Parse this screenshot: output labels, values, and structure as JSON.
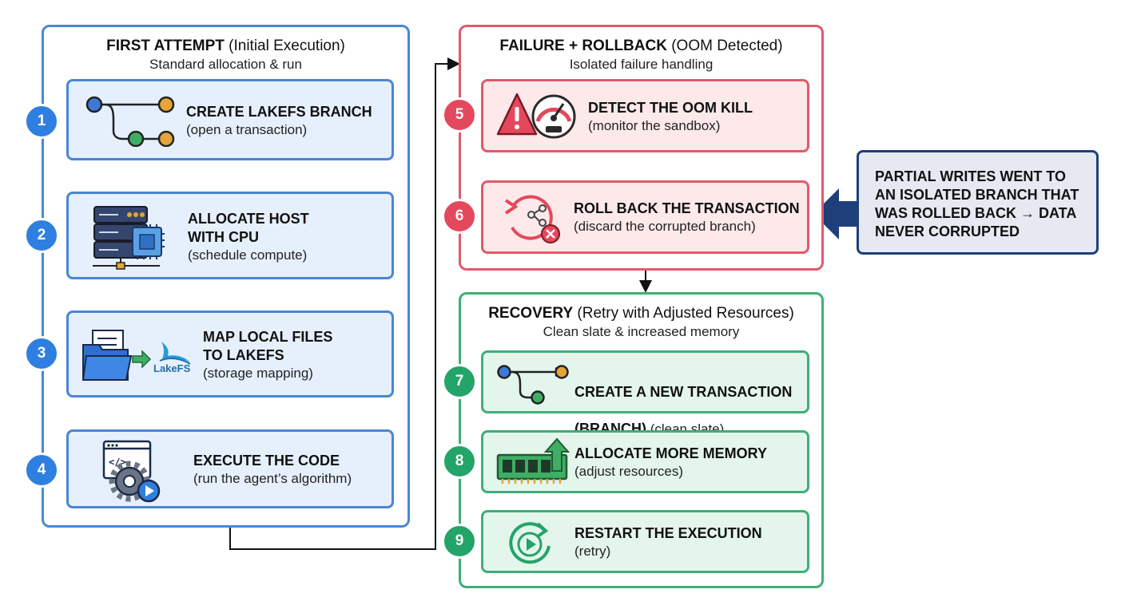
{
  "panels": {
    "first_attempt": {
      "title_bold": "FIRST ATTEMPT",
      "title_rest": " (Initial Execution)",
      "subtitle": "Standard allocation & run"
    },
    "failure": {
      "title_bold": "FAILURE + ROLLBACK",
      "title_rest": " (OOM Detected)",
      "subtitle": "Isolated failure handling"
    },
    "recovery": {
      "title_bold": "RECOVERY",
      "title_rest": " (Retry with Adjusted Resources)",
      "subtitle": "Clean slate & increased memory"
    }
  },
  "steps": [
    {
      "number": "1",
      "title": "CREATE LAKEFS BRANCH",
      "subtitle": "(open a transaction)",
      "icon": "git-branch-icon"
    },
    {
      "number": "2",
      "title": "ALLOCATE HOST\nWITH CPU",
      "subtitle": "(schedule compute)",
      "icon": "server-cpu-icon"
    },
    {
      "number": "3",
      "title": "MAP LOCAL FILES\nTO LAKEFS",
      "subtitle": "(storage mapping)",
      "icon": "folder-to-lakefs-icon",
      "icon_label": "LakeFS"
    },
    {
      "number": "4",
      "title": "EXECUTE THE CODE",
      "subtitle": "(run the agent’s algorithm)",
      "icon": "code-gear-play-icon"
    },
    {
      "number": "5",
      "title": "DETECT THE OOM KILL",
      "subtitle": "(monitor the sandbox)",
      "icon": "warning-gauge-icon"
    },
    {
      "number": "6",
      "title": "ROLL BACK THE TRANSACTION",
      "subtitle": "(discard the corrupted branch)",
      "icon": "rollback-icon"
    },
    {
      "number": "7",
      "title": "CREATE A NEW TRANSACTION",
      "title_line2": "(BRANCH)",
      "subtitle": " (clean slate)",
      "icon": "git-branch-icon"
    },
    {
      "number": "8",
      "title": "ALLOCATE MORE MEMORY",
      "subtitle": "(adjust resources)",
      "icon": "memory-up-icon"
    },
    {
      "number": "9",
      "title": "RESTART THE EXECUTION",
      "subtitle": "(retry)",
      "icon": "restart-icon"
    }
  ],
  "callout": {
    "text": "PARTIAL WRITES WENT TO AN ISOLATED BRANCH THAT WAS ROLLED BACK → DATA NEVER CORRUPTED"
  },
  "colors": {
    "blue": "#4a86d6",
    "red": "#e15a6a",
    "green": "#3fae78",
    "navy": "#1f3f7a"
  }
}
